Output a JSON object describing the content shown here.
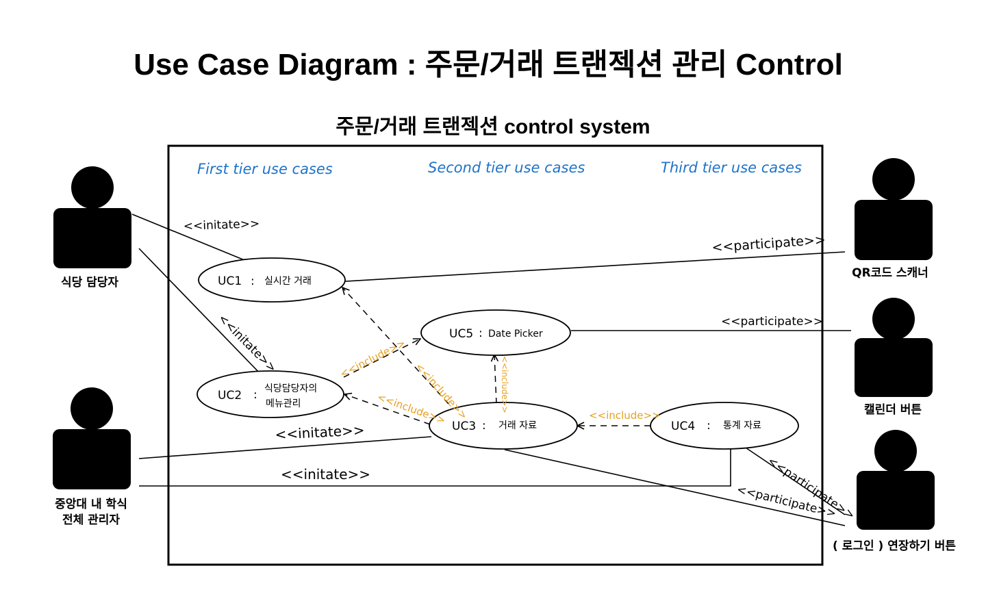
{
  "title": "Use Case Diagram : 주문/거래 트랜젝션 관리 Control",
  "system": {
    "name": "주문/거래 트랜젝션 control system",
    "tiers": [
      "First tier use cases",
      "Second tier use cases",
      "Third tier use cases"
    ]
  },
  "use_cases": {
    "uc1": {
      "id": "UC1",
      "name": "실시간 거래"
    },
    "uc2": {
      "id": "UC2",
      "name_line1": "식당담당자의",
      "name_line2": "메뉴관리"
    },
    "uc3": {
      "id": "UC3",
      "name": "거래 자료"
    },
    "uc4": {
      "id": "UC4",
      "name": "통계 자료"
    },
    "uc5": {
      "id": "UC5",
      "name": "Date Picker"
    }
  },
  "actors": {
    "restaurant_manager": "식당 담당자",
    "campus_admin_line1": "중앙대 내 학식",
    "campus_admin_line2": "전체 관리자",
    "qr_scanner": "QR코드 스캐너",
    "calendar_button": "캘린더 버튼",
    "login_extend_button": "( 로그인 ) 연장하기 버튼"
  },
  "stereotypes": {
    "initiate": "<<initate>>",
    "participate": "<<participate>>",
    "include": "<<include>>"
  },
  "colors": {
    "tier_text": "#1e73c8",
    "include": "#e8a020",
    "line": "#000000",
    "actor": "#000000"
  }
}
